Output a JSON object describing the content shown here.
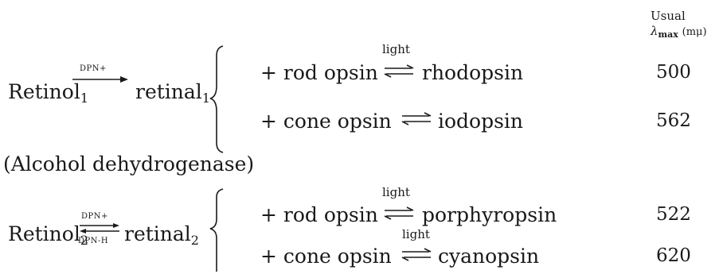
{
  "header": {
    "line1": "Usual",
    "lambda": "λ",
    "lambda_sub": "max",
    "unit": "(mμ)"
  },
  "group1": {
    "left_main": "Retinol",
    "left_sub": "1",
    "cofactor_top": "DPN+",
    "right_main": "retinal",
    "right_sub": "1",
    "rows": [
      {
        "prefix": "+ rod opsin",
        "condition": "light",
        "product": "rhodopsin",
        "lambda_max": "500"
      },
      {
        "prefix": "+ cone opsin",
        "condition": "",
        "product": "iodopsin",
        "lambda_max": "562"
      }
    ]
  },
  "enzyme": "(Alcohol dehydrogenase)",
  "group2": {
    "left_main": "Retinol",
    "left_sub": "2",
    "cofactor_top": "DPN+",
    "cofactor_bottom": "DPN-H",
    "right_main": "retinal",
    "right_sub": "2",
    "rows": [
      {
        "prefix": "+ rod opsin",
        "condition": "light",
        "product": "porphyropsin",
        "lambda_max": "522"
      },
      {
        "prefix": "+ cone opsin",
        "condition": "light",
        "product": "cyanopsin",
        "lambda_max": "620"
      }
    ]
  }
}
